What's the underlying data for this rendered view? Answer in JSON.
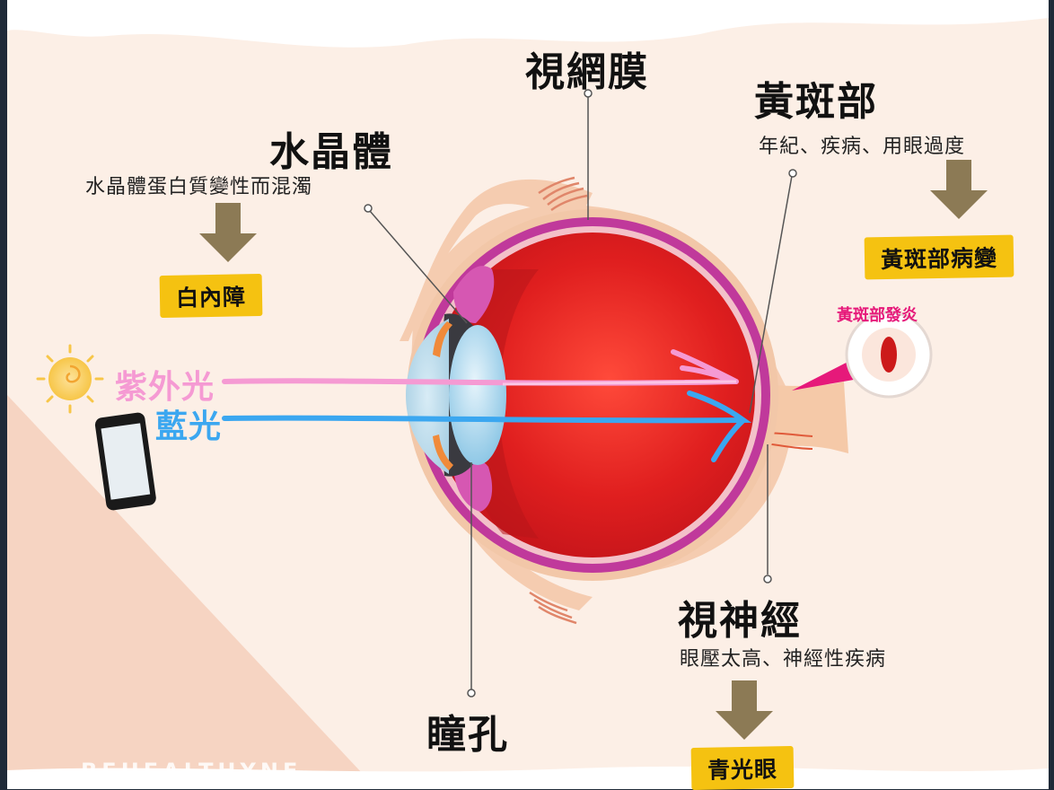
{
  "labels": {
    "retina": "視網膜",
    "lens": "水晶體",
    "lens_desc": "水晶體蛋白質變性而混濁",
    "cataract": "白內障",
    "macula": "黃斑部",
    "macula_desc": "年紀、疾病、用眼過度",
    "macular_degeneration": "黃斑部病變",
    "macula_inflammation": "黃斑部發炎",
    "uv": "紫外光",
    "blue_light": "藍光",
    "pupil": "瞳孔",
    "optic_nerve": "視神經",
    "optic_nerve_desc": "眼壓太高、神經性疾病",
    "glaucoma": "青光眼"
  },
  "watermark": "BEHEALTHYNE",
  "icons": [
    "sun-icon",
    "smartphone-icon",
    "down-arrow-icon"
  ],
  "colors": {
    "background": "#fcefe6",
    "eye_red": "#e01f1f",
    "sclera_magenta": "#c0399b",
    "uv_pink": "#f59ad3",
    "blue_light": "#3ba7f0",
    "banner_yellow": "#f5c211",
    "arrow_brown": "#8c7a55",
    "inflammation_magenta": "#e6197a"
  }
}
